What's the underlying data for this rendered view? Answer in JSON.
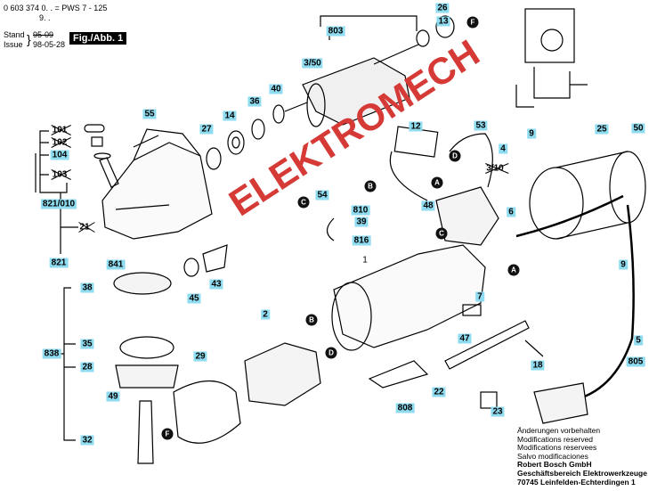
{
  "header": {
    "line1": "0 603 374 0. . = PWS 7 - 125",
    "line2": "9. .",
    "stand_label": "Stand",
    "issue_label": "Issue",
    "old_date": "95-09",
    "date": "98-05-28",
    "figure": "Fig./Abb. 1"
  },
  "watermark": "ELEKTROMECH",
  "parts": [
    "13",
    "26",
    "803",
    "3/50",
    "55",
    "27",
    "14",
    "36",
    "40",
    "104",
    "821/010",
    "821",
    "841",
    "12",
    "53",
    "4",
    "9",
    "25",
    "50",
    "54",
    "810",
    "39",
    "48",
    "816",
    "6",
    "9",
    "45",
    "43",
    "38",
    "7",
    "2",
    "35",
    "28",
    "29",
    "838",
    "47",
    "18",
    "5",
    "805",
    "49",
    "22",
    "808",
    "23",
    "32"
  ],
  "struck_parts": [
    "101",
    "102",
    "103",
    "21",
    "3/10"
  ],
  "plain_parts": [
    "1"
  ],
  "connectors": [
    "F",
    "D",
    "A",
    "B",
    "C",
    "C",
    "A",
    "B",
    "D",
    "F"
  ],
  "footer": {
    "lines": [
      "Änderungen vorbehalten",
      "Modifications reserved",
      "Modifications reservees",
      "Salvo modificaciones"
    ],
    "company": "Robert Bosch GmbH",
    "division": "Geschäftsbereich Elektrowerkzeuge",
    "address": "70745 Leinfelden-Echterdingen 1"
  },
  "colors": {
    "label_bg": "#8fdcf0",
    "watermark": "#d63a36"
  }
}
